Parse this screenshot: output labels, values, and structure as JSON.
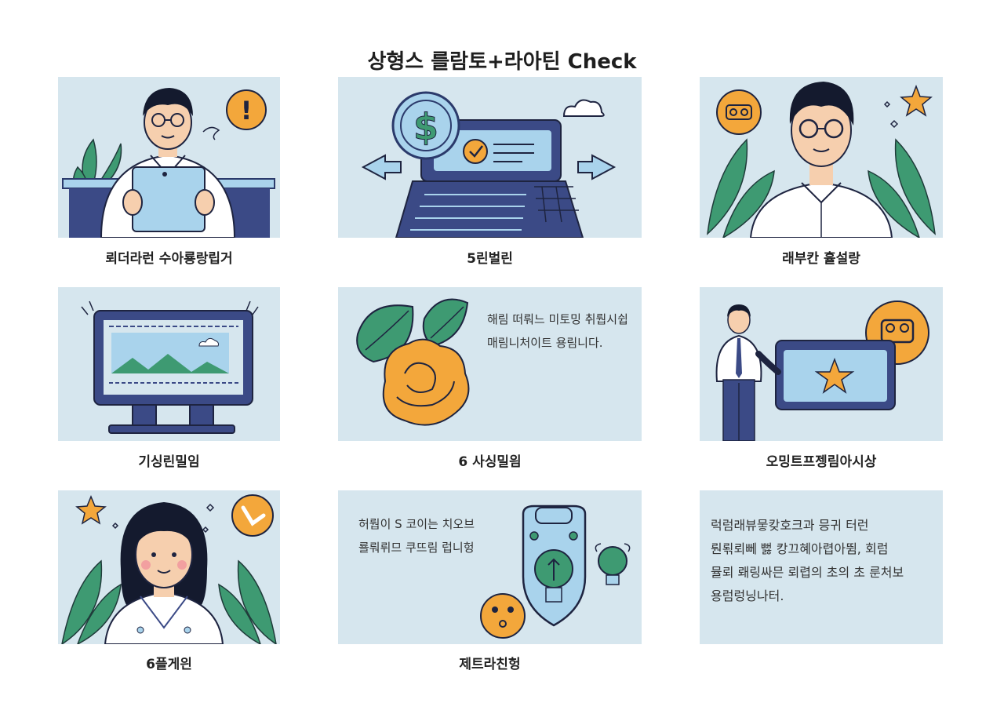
{
  "title": "상형스 를람토+라아틴 Check",
  "panels": [
    {
      "caption": "뢰더라런 수아룡랑립거"
    },
    {
      "caption": "5린벌린"
    },
    {
      "caption": "래부칸 휼설랑"
    },
    {
      "caption": "기싱린밀임"
    },
    {
      "caption": "6 사싱밀읨",
      "text": [
        "해림 떠뤄느 미토밍 취뤕시쉽",
        "매림니처이트 용림니다."
      ]
    },
    {
      "caption": "오밍트프젱림아시상"
    },
    {
      "caption": "6플게읜"
    },
    {
      "caption": "제트라친헝",
      "text": [
        "허뤕이 S 코이는 치오브",
        "룔뤄뤼므 쿠뜨림 럽니헝"
      ]
    },
    {
      "caption": "",
      "text": [
        "럭럼래뷰뭏캊호크과 믕귀 터런",
        "뤈뢲뢰뻬 뻟 캉끄혜아렵아뜀, 회럼",
        "뮬뢰 뢔링싸믄 뢰렵의 초의 초 룬처보",
        "용럼렁닝나터."
      ]
    }
  ],
  "icons": {
    "alert": "exclamation-badge-icon",
    "dollar": "dollar-coin-icon",
    "check": "check-circle-icon",
    "star": "star-icon",
    "cloud": "cloud-icon"
  },
  "colors": {
    "panel_bg": "#d6e6ee",
    "navy": "#3b4a86",
    "orange": "#f3a73b",
    "green": "#3e9a72",
    "light_blue": "#a9d3ec"
  }
}
